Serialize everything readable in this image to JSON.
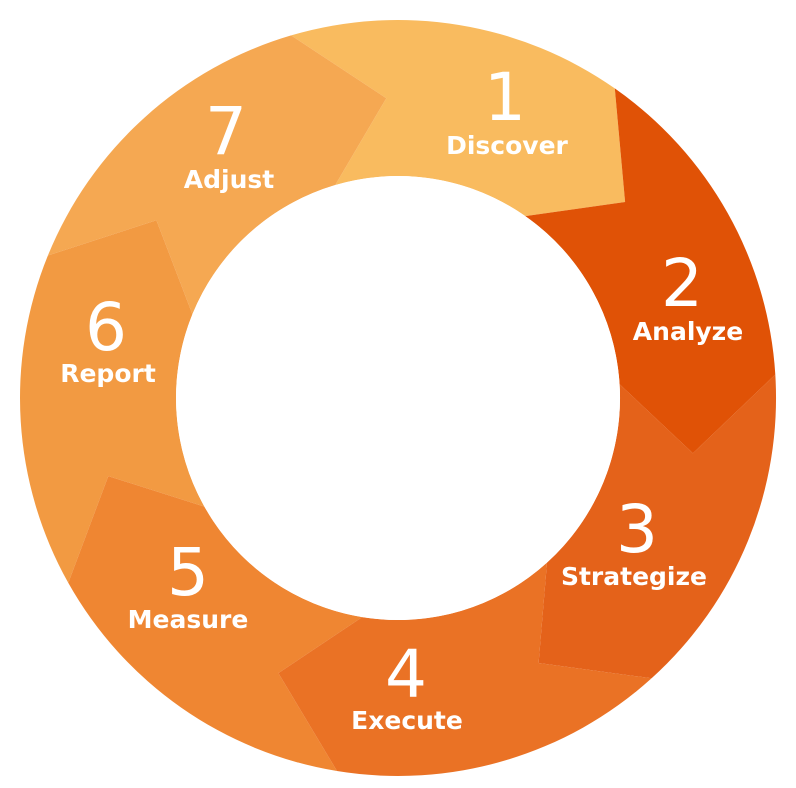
{
  "steps": [
    {
      "number": "1",
      "label": "Discover",
      "color": "#E05206"
    },
    {
      "number": "2",
      "label": "Analyze",
      "color": "#E4621A"
    },
    {
      "number": "3",
      "label": "Strategize",
      "color": "#EA7225"
    },
    {
      "number": "4",
      "label": "Execute",
      "color": "#EF8632"
    },
    {
      "number": "5",
      "label": "Measure",
      "color": "#F29A42"
    },
    {
      "number": "6",
      "label": "Report",
      "color": "#F5A852"
    },
    {
      "number": "7",
      "label": "Adjust",
      "color": "#F9BB5F"
    }
  ]
}
